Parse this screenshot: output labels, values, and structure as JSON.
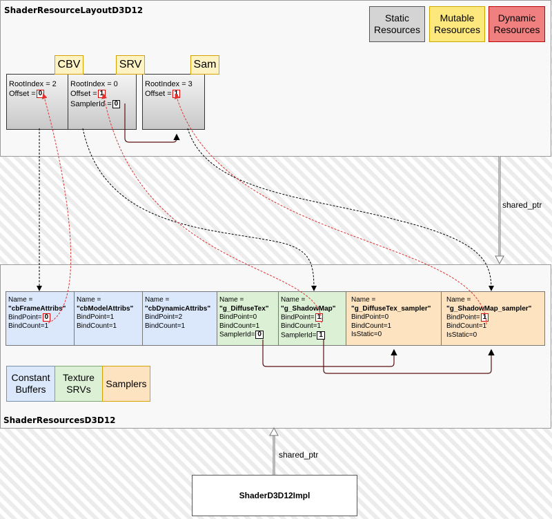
{
  "layout_panel": {
    "title": "ShaderResourceLayoutD3D12"
  },
  "resources_panel": {
    "title": "ShaderResourcesD3D12"
  },
  "impl": {
    "title": "ShaderD3D12Impl"
  },
  "legend_top": [
    {
      "label": "Static\nResources",
      "color": "#d4d4d4"
    },
    {
      "label": "Mutable\nResources",
      "color": "#fde87e"
    },
    {
      "label": "Dynamic\nResources",
      "color": "#f08080"
    }
  ],
  "legend_bottom": [
    {
      "label": "Constant\nBuffers",
      "color": "#dbe8fb"
    },
    {
      "label": "Texture\nSRVs",
      "color": "#dcf0d5"
    },
    {
      "label": "Samplers",
      "color": "#fde3c0"
    }
  ],
  "tags": {
    "cbv": "CBV",
    "srv": "SRV",
    "sam": "Sam"
  },
  "layout_boxes": {
    "cbv": {
      "root": "RootIndex = 2",
      "offset_label": "Offset =",
      "offset_val": "0"
    },
    "srv": {
      "root": "RootIndex = 0",
      "offset_label": "Offset =",
      "offset_val": "1",
      "sampler_label": "SamplerId =",
      "sampler_val": "0"
    },
    "sam": {
      "root": "RootIndex = 3",
      "offset_label": "Offset =",
      "offset_val": "1"
    }
  },
  "resources": [
    {
      "name_label": "Name =",
      "name": "\"cbFrameAttribs\"",
      "l1": "BindPoint=",
      "v1": "0",
      "l2": "BindCount=1"
    },
    {
      "name_label": "Name =",
      "name": "\"cbModelAttribs\"",
      "l1": "BindPoint=1",
      "l2": "BindCount=1"
    },
    {
      "name_label": "Name =",
      "name": "\"cbDynamicAttribs\"",
      "l1": "BindPoint=2",
      "l2": "BindCount=1"
    },
    {
      "name_label": "Name =",
      "name": "\"g_DiffuseTex\"",
      "l1": "BindPoint=0",
      "l2": "BindCount=1",
      "l3": "SamplerId=",
      "v3": "0"
    },
    {
      "name_label": "Name =",
      "name": "\"g_ShadowMap\"",
      "l1": "BindPoint=",
      "v1": "1",
      "l2": "BindCount=1",
      "l3": "SamplerId=",
      "v3": "1"
    },
    {
      "name_label": "Name =",
      "name": "\"g_DiffuseTex_sampler\"",
      "l1": "BindPoint=0",
      "l2": "BindCount=1",
      "l3": "IsStatic=0"
    },
    {
      "name_label": "Name =",
      "name": "\"g_ShadowMap_sampler\"",
      "l1": "BindPoint=",
      "v1": "1",
      "l2": "BindCount=1",
      "l3": "IsStatic=0"
    }
  ],
  "edges": {
    "shared_ptr_top": "shared_ptr",
    "shared_ptr_bottom": "shared_ptr"
  }
}
